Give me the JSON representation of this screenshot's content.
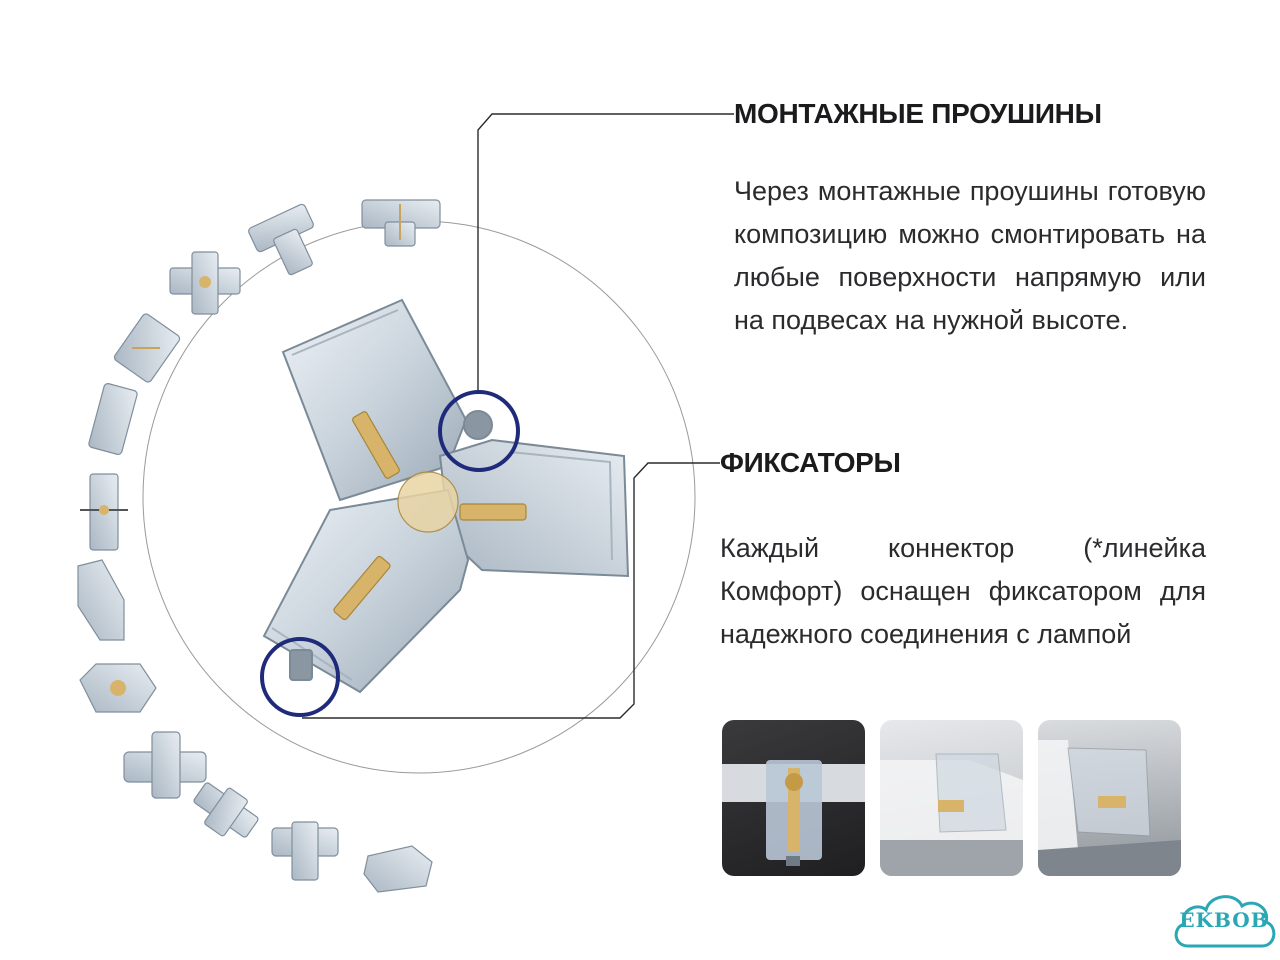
{
  "sections": [
    {
      "title": "МОНТАЖНЫЕ ПРОУШИНЫ",
      "text": "Через монтажные проушины готовую композицию можно смонтировать на любые поверхности напрямую или на подвесах на нужной высоте."
    },
    {
      "title": "ФИКСАТОРЫ",
      "text": "Каждый коннектор (*линейка Комфорт) оснащен фиксатором для надежного соединения с лампой"
    }
  ],
  "logo": {
    "text": "EKBOB"
  },
  "colors": {
    "callout_ring": "#1f2a7a",
    "leader_line": "#2b2b2b",
    "big_circle": "#9a9a9a",
    "logo": "#2aa7b5",
    "plastic": "#c9d3dc",
    "brass": "#d8b46a"
  }
}
